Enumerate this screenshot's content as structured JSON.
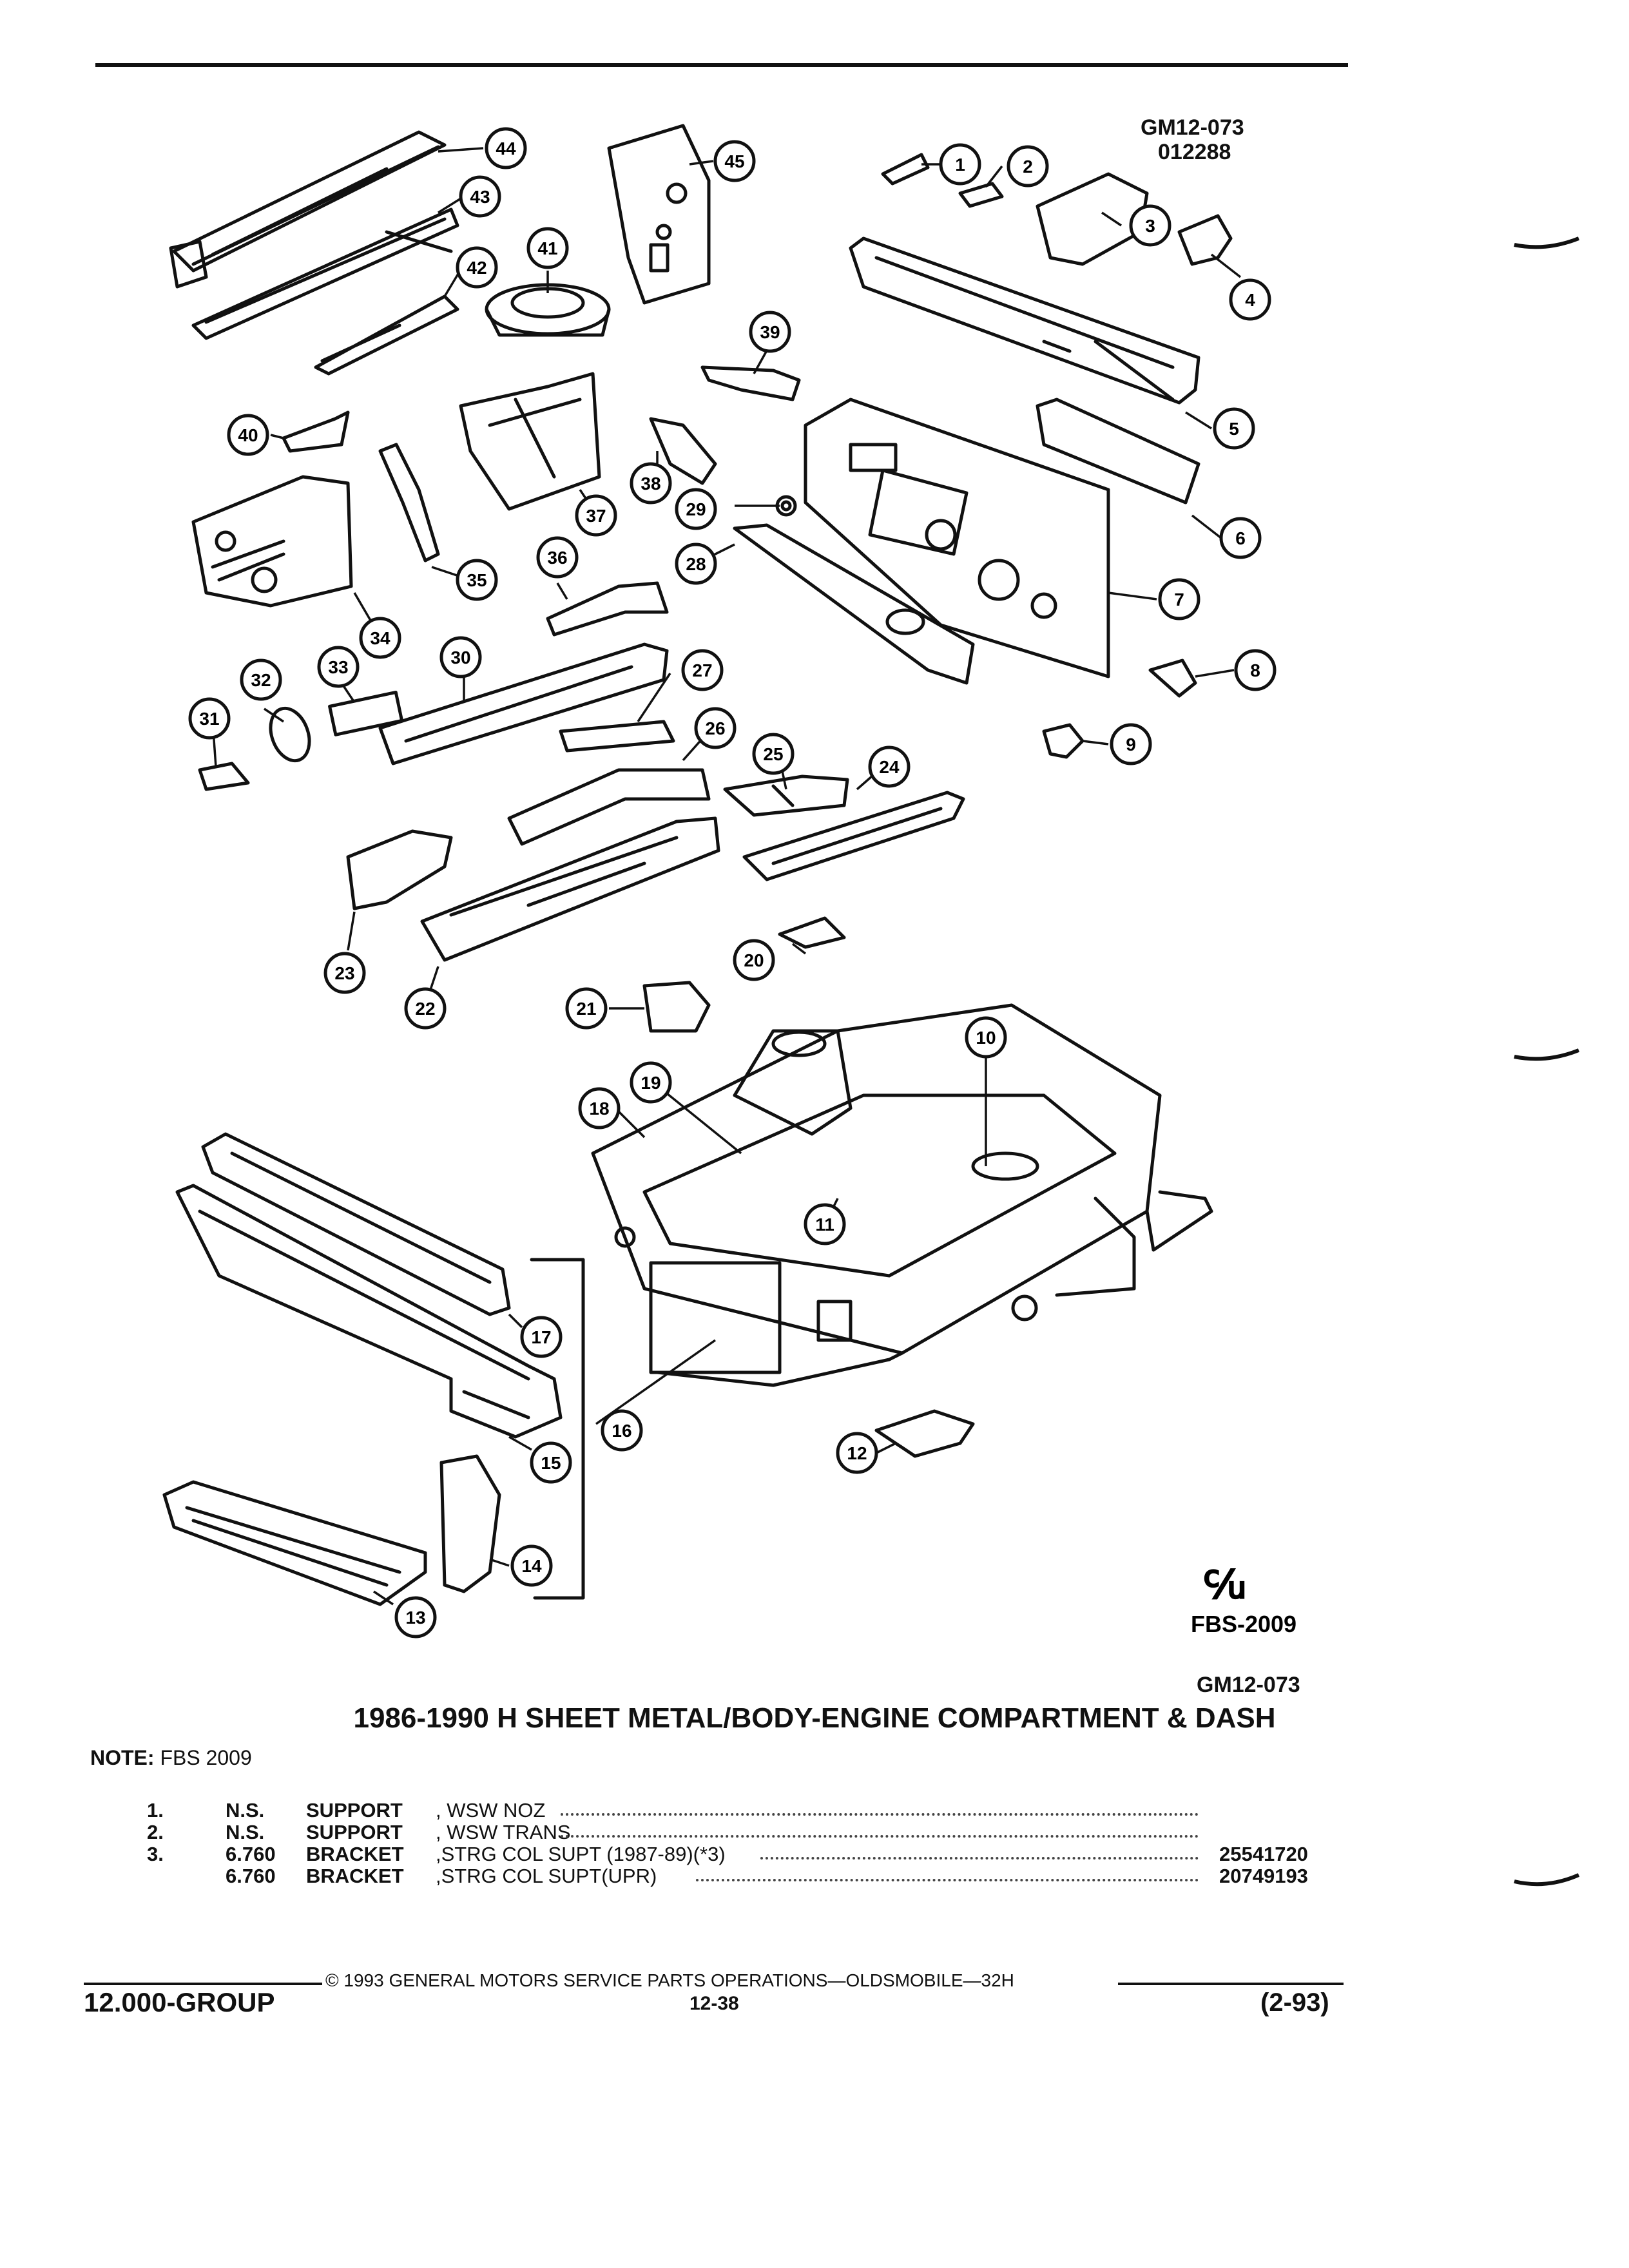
{
  "header": {
    "code_line1": "GM12-073",
    "code_line2": "012288"
  },
  "figure": {
    "callouts": [
      "1",
      "2",
      "3",
      "4",
      "5",
      "6",
      "7",
      "8",
      "9",
      "10",
      "11",
      "12",
      "13",
      "14",
      "15",
      "16",
      "17",
      "18",
      "19",
      "20",
      "21",
      "22",
      "23",
      "24",
      "25",
      "26",
      "27",
      "28",
      "29",
      "30",
      "31",
      "32",
      "33",
      "34",
      "35",
      "36",
      "37",
      "38",
      "39",
      "40",
      "41",
      "42",
      "43",
      "44",
      "45"
    ],
    "logo_text": "℆",
    "fbs_label": "FBS-2009",
    "code_label": "GM12-073"
  },
  "title": "1986-1990 H SHEET METAL/BODY-ENGINE COMPARTMENT & DASH",
  "note": {
    "label": "NOTE:",
    "text": "FBS 2009"
  },
  "parts": [
    {
      "num": "1.",
      "cat": "N.S.",
      "name": "SUPPORT",
      "desc": ", WSW NOZ",
      "part_no": ""
    },
    {
      "num": "2.",
      "cat": "N.S.",
      "name": "SUPPORT",
      "desc": ", WSW TRANS",
      "part_no": ""
    },
    {
      "num": "3.",
      "cat": "6.760",
      "name": "BRACKET",
      "desc": ",STRG COL SUPT (1987-89)(*3)",
      "part_no": "25541720"
    },
    {
      "num": "",
      "cat": "6.760",
      "name": "BRACKET",
      "desc": ",STRG COL SUPT(UPR)",
      "part_no": "20749193"
    }
  ],
  "footer": {
    "copyright": "©  1993  GENERAL MOTORS SERVICE PARTS OPERATIONS—OLDSMOBILE—32H",
    "group": "12.000-GROUP",
    "page": "12-38",
    "date": "(2-93)"
  }
}
